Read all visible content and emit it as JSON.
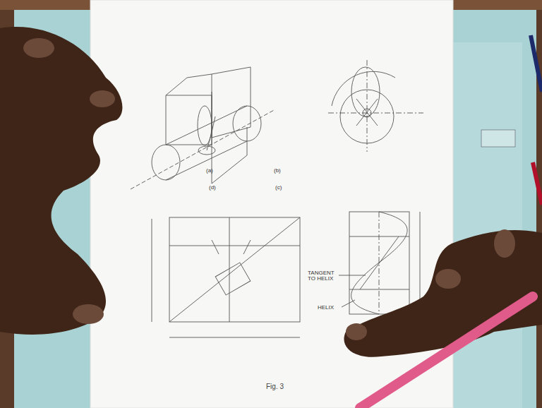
{
  "diagram": {
    "caption": "Fig. 3",
    "labels": [
      "(a)",
      "(b)",
      "(d)",
      "(c)",
      "TANGENT TO HELIX",
      "HELIX"
    ]
  }
}
